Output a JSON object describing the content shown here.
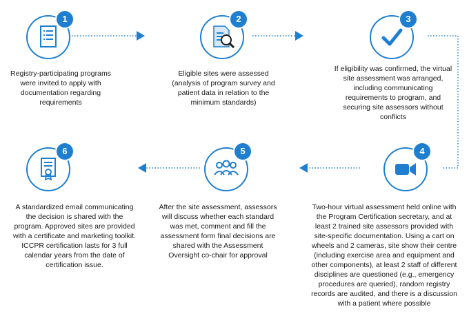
{
  "steps": [
    {
      "number": "1",
      "icon": "document-list-icon",
      "text": "Registry-participating programs\nwere invited to apply with\ndocumentation regarding\nrequirements"
    },
    {
      "number": "2",
      "icon": "document-magnifier-icon",
      "text": "Eligible sites were assessed\n(analysis of program survey and\npatient data in relation to the\nminimum standards)"
    },
    {
      "number": "3",
      "icon": "checkmark-icon",
      "text": "If eligibility was confirmed, the virtual\nsite assessment was arranged,\nincluding communicating\nrequirements to program, and\nsecuring site assessors without\nconflicts"
    },
    {
      "number": "4",
      "icon": "video-camera-icon",
      "text": "Two-hour virtual assessment held online with\nthe Program Certification secretary, and at\nleast 2 trained site assessors provided with\nsite-specific documentation. Using a cart on\nwheels and 2 cameras, site show their centre\n(including exercise area and equipment and\nother components), at least 2 staff of different\ndisciplines are questioned (e.g., emergency\nprocedures are queried), random registry\nrecords are audited, and there is a discussion\nwith a patient where possible"
    },
    {
      "number": "5",
      "icon": "group-people-icon",
      "text": "After the site assessment, assessors\nwill discuss whether each standard\nwas met, comment and fill the\nassessment form final decisions are\nshared with the Assessment\nOversight co-chair for approval"
    },
    {
      "number": "6",
      "icon": "certificate-icon",
      "text": "A standardized email communicating\nthe decision is shared with the\nprogram. Approved sites are provided\nwith a certificate and marketing toolkit.\nICCPR certification lasts for 3 full\ncalendar years from the date of\ncertification issue."
    }
  ],
  "colors": {
    "accent": "#1e7fd0",
    "light_accent": "#5aa8e6"
  }
}
